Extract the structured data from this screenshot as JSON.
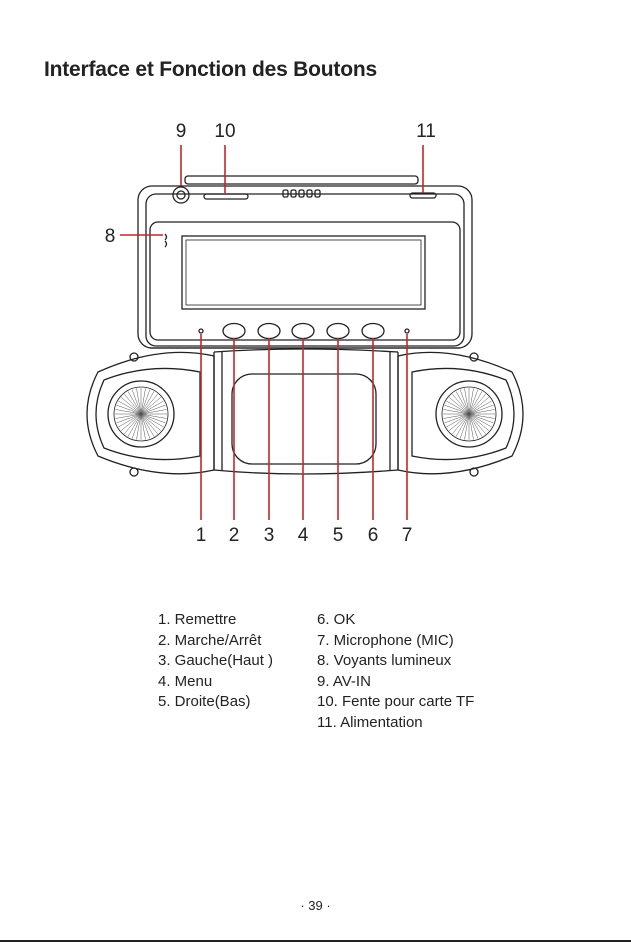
{
  "title": "Interface et Fonction des Boutons",
  "callouts": {
    "top": [
      "9",
      "10",
      "11"
    ],
    "side": "8",
    "bottom": [
      "1",
      "2",
      "3",
      "4",
      "5",
      "6",
      "7"
    ]
  },
  "legend": {
    "left": [
      "1. Remettre",
      "2. Marche/Arrêt",
      "3. Gauche(Haut )",
      "4. Menu",
      "5. Droite(Bas)"
    ],
    "right": [
      "6. OK",
      "7. Microphone (MIC)",
      "8. Voyants lumineux",
      "9. AV-IN",
      "10. Fente pour carte TF",
      "11. Alimentation"
    ]
  },
  "page_number": "· 39 ·",
  "colors": {
    "callout_line": "#c0282d",
    "ink": "#222222"
  }
}
